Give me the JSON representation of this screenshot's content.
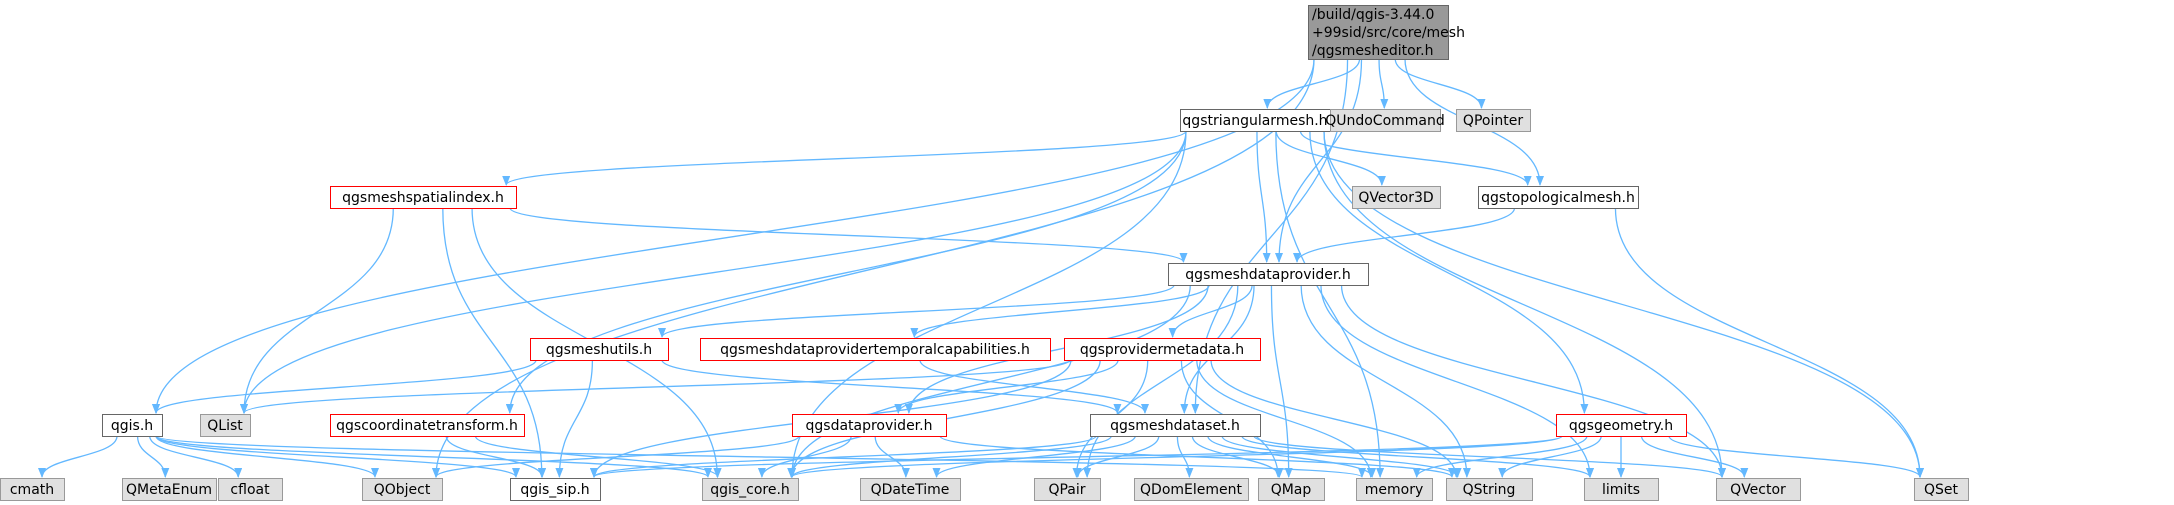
{
  "colors": {
    "edge": "#63b8ff",
    "root_fill": "#999999",
    "root_border": "#666666",
    "documented_fill": "#ffffff",
    "documented_border": "#666666",
    "incomplete_border": "#ff0000",
    "external_fill": "#e0e0e0",
    "external_border": "#999999",
    "text": "#000000"
  },
  "nodes": [
    {
      "id": "root",
      "kind": "root",
      "label_lines": [
        "/build/qgis-3.44.0",
        "+99sid/src/core/mesh",
        "/qgsmesheditor.h"
      ]
    },
    {
      "id": "triangularmesh",
      "kind": "documented",
      "label": "qgstriangularmesh.h"
    },
    {
      "id": "qundocommand",
      "kind": "external",
      "label": "QUndoCommand"
    },
    {
      "id": "qpointer",
      "kind": "external",
      "label": "QPointer"
    },
    {
      "id": "spatialindex",
      "kind": "incomplete",
      "label": "qgsmeshspatialindex.h"
    },
    {
      "id": "qvector3d",
      "kind": "external",
      "label": "QVector3D"
    },
    {
      "id": "topological",
      "kind": "documented",
      "label": "qgstopologicalmesh.h"
    },
    {
      "id": "dataprovider_mesh",
      "kind": "documented",
      "label": "qgsmeshdataprovider.h"
    },
    {
      "id": "meshutils",
      "kind": "incomplete",
      "label": "qgsmeshutils.h"
    },
    {
      "id": "temporalcaps",
      "kind": "incomplete",
      "label": "qgsmeshdataprovidertemporalcapabilities.h"
    },
    {
      "id": "providermetadata",
      "kind": "incomplete",
      "label": "qgsprovidermetadata.h"
    },
    {
      "id": "qgis",
      "kind": "documented",
      "label": "qgis.h"
    },
    {
      "id": "qlist",
      "kind": "external",
      "label": "QList"
    },
    {
      "id": "coordtransform",
      "kind": "incomplete",
      "label": "qgscoordinatetransform.h"
    },
    {
      "id": "dataprovider",
      "kind": "incomplete",
      "label": "qgsdataprovider.h"
    },
    {
      "id": "meshdataset",
      "kind": "documented",
      "label": "qgsmeshdataset.h"
    },
    {
      "id": "geometry",
      "kind": "incomplete",
      "label": "qgsgeometry.h"
    },
    {
      "id": "cmath",
      "kind": "external",
      "label": "cmath"
    },
    {
      "id": "qmetaenum",
      "kind": "external",
      "label": "QMetaEnum"
    },
    {
      "id": "cfloat",
      "kind": "external",
      "label": "cfloat"
    },
    {
      "id": "qobject",
      "kind": "external",
      "label": "QObject"
    },
    {
      "id": "qgis_sip",
      "kind": "documented",
      "label": "qgis_sip.h"
    },
    {
      "id": "qgis_core",
      "kind": "external",
      "label": "qgis_core.h"
    },
    {
      "id": "qdatetime",
      "kind": "external",
      "label": "QDateTime"
    },
    {
      "id": "qpair",
      "kind": "external",
      "label": "QPair"
    },
    {
      "id": "qdomelement",
      "kind": "external",
      "label": "QDomElement"
    },
    {
      "id": "qmap",
      "kind": "external",
      "label": "QMap"
    },
    {
      "id": "memory",
      "kind": "external",
      "label": "memory"
    },
    {
      "id": "qstring",
      "kind": "external",
      "label": "QString"
    },
    {
      "id": "limits",
      "kind": "external",
      "label": "limits"
    },
    {
      "id": "qvector",
      "kind": "external",
      "label": "QVector"
    },
    {
      "id": "qset",
      "kind": "external",
      "label": "QSet"
    }
  ],
  "edges": [
    [
      "root",
      "triangularmesh"
    ],
    [
      "root",
      "qundocommand"
    ],
    [
      "root",
      "qpointer"
    ],
    [
      "root",
      "topological"
    ],
    [
      "root",
      "dataprovider_mesh"
    ],
    [
      "root",
      "meshdataset"
    ],
    [
      "root",
      "qgis"
    ],
    [
      "root",
      "qobject"
    ],
    [
      "triangularmesh",
      "spatialindex"
    ],
    [
      "triangularmesh",
      "qvector3d"
    ],
    [
      "triangularmesh",
      "topological"
    ],
    [
      "triangularmesh",
      "dataprovider_mesh"
    ],
    [
      "triangularmesh",
      "qlist"
    ],
    [
      "triangularmesh",
      "coordtransform"
    ],
    [
      "triangularmesh",
      "geometry"
    ],
    [
      "triangularmesh",
      "qgis_core"
    ],
    [
      "triangularmesh",
      "memory"
    ],
    [
      "triangularmesh",
      "qvector"
    ],
    [
      "triangularmesh",
      "qset"
    ],
    [
      "topological",
      "dataprovider_mesh"
    ],
    [
      "topological",
      "qset"
    ],
    [
      "spatialindex",
      "dataprovider_mesh"
    ],
    [
      "spatialindex",
      "qlist"
    ],
    [
      "spatialindex",
      "qgis_sip"
    ],
    [
      "spatialindex",
      "qgis_core"
    ],
    [
      "dataprovider_mesh",
      "meshutils"
    ],
    [
      "dataprovider_mesh",
      "temporalcaps"
    ],
    [
      "dataprovider_mesh",
      "providermetadata"
    ],
    [
      "dataprovider_mesh",
      "dataprovider"
    ],
    [
      "dataprovider_mesh",
      "meshdataset"
    ],
    [
      "dataprovider_mesh",
      "qgis_core"
    ],
    [
      "dataprovider_mesh",
      "qpair"
    ],
    [
      "dataprovider_mesh",
      "qmap"
    ],
    [
      "dataprovider_mesh",
      "qstring"
    ],
    [
      "dataprovider_mesh",
      "limits"
    ],
    [
      "dataprovider_mesh",
      "qvector"
    ],
    [
      "meshutils",
      "qgis"
    ],
    [
      "meshutils",
      "qgis_sip"
    ],
    [
      "meshutils",
      "meshdataset"
    ],
    [
      "temporalcaps",
      "meshdataset"
    ],
    [
      "providermetadata",
      "qlist"
    ],
    [
      "providermetadata",
      "qgis_sip"
    ],
    [
      "providermetadata",
      "dataprovider"
    ],
    [
      "providermetadata",
      "qgis_core"
    ],
    [
      "providermetadata",
      "qpair"
    ],
    [
      "providermetadata",
      "qmap"
    ],
    [
      "providermetadata",
      "memory"
    ],
    [
      "providermetadata",
      "qstring"
    ],
    [
      "qgis",
      "cmath"
    ],
    [
      "qgis",
      "qmetaenum"
    ],
    [
      "qgis",
      "cfloat"
    ],
    [
      "qgis",
      "qobject"
    ],
    [
      "qgis",
      "qgis_sip"
    ],
    [
      "qgis",
      "qgis_core"
    ],
    [
      "qgis",
      "memory"
    ],
    [
      "coordtransform",
      "qgis_sip"
    ],
    [
      "coordtransform",
      "qgis_core"
    ],
    [
      "dataprovider",
      "qobject"
    ],
    [
      "dataprovider",
      "qgis_core"
    ],
    [
      "dataprovider",
      "qdatetime"
    ],
    [
      "dataprovider",
      "qstring"
    ],
    [
      "meshdataset",
      "qgis_sip"
    ],
    [
      "meshdataset",
      "qgis_core"
    ],
    [
      "meshdataset",
      "qdatetime"
    ],
    [
      "meshdataset",
      "qpair"
    ],
    [
      "meshdataset",
      "qdomelement"
    ],
    [
      "meshdataset",
      "qmap"
    ],
    [
      "meshdataset",
      "memory"
    ],
    [
      "meshdataset",
      "qstring"
    ],
    [
      "meshdataset",
      "limits"
    ],
    [
      "meshdataset",
      "qvector"
    ],
    [
      "geometry",
      "qgis_sip"
    ],
    [
      "geometry",
      "qgis_core"
    ],
    [
      "geometry",
      "memory"
    ],
    [
      "geometry",
      "qstring"
    ],
    [
      "geometry",
      "limits"
    ],
    [
      "geometry",
      "qvector"
    ],
    [
      "geometry",
      "qset"
    ]
  ]
}
